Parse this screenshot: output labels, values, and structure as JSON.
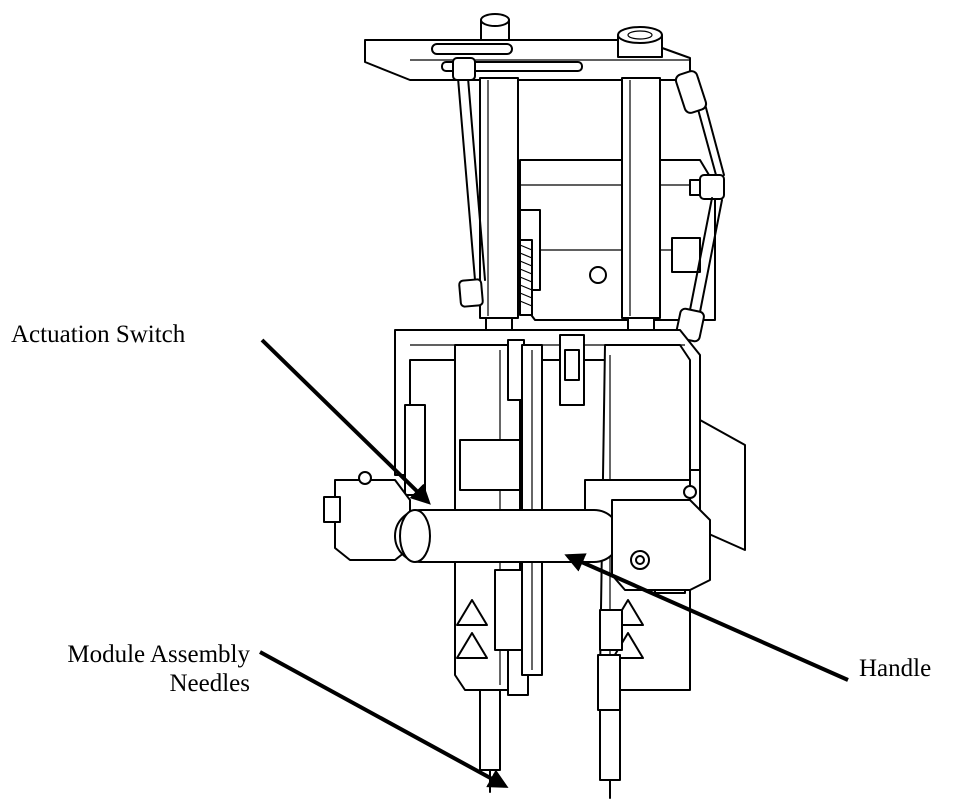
{
  "labels": {
    "actuation_switch": "Actuation Switch",
    "module_assembly_line1": "Module Assembly",
    "module_assembly_line2": "Needles",
    "handle": "Handle"
  },
  "colors": {
    "ink": "#000000",
    "background": "#ffffff"
  }
}
